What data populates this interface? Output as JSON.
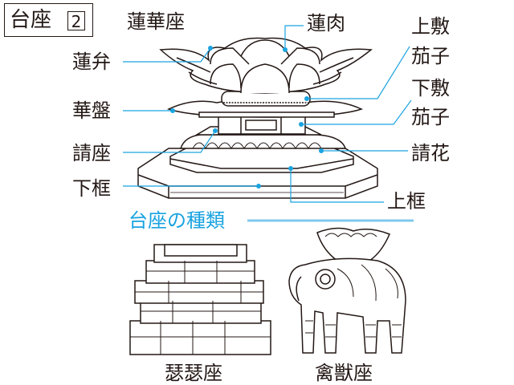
{
  "title": {
    "text": "台座",
    "number": "2"
  },
  "main_diagram": {
    "heading": "蓮華座",
    "labels": {
      "renniku": "蓮肉",
      "renben": "蓮弁",
      "kaban": "華盤",
      "ukeza": "請座",
      "gekamachi": "下框",
      "uwashiki": "上敷",
      "uwashiki_2": "茄子",
      "shitashiki": "下敷",
      "shitashiki_2": "茄子",
      "ukebana": "請花",
      "jokamachi": "上框"
    }
  },
  "types_section": {
    "heading": "台座の種類",
    "items": [
      {
        "label": "瑟瑟座"
      },
      {
        "label": "禽獣座"
      }
    ]
  },
  "colors": {
    "accent": "#1aa3e0",
    "line": "#231815",
    "divider": "#7fc9ee"
  }
}
